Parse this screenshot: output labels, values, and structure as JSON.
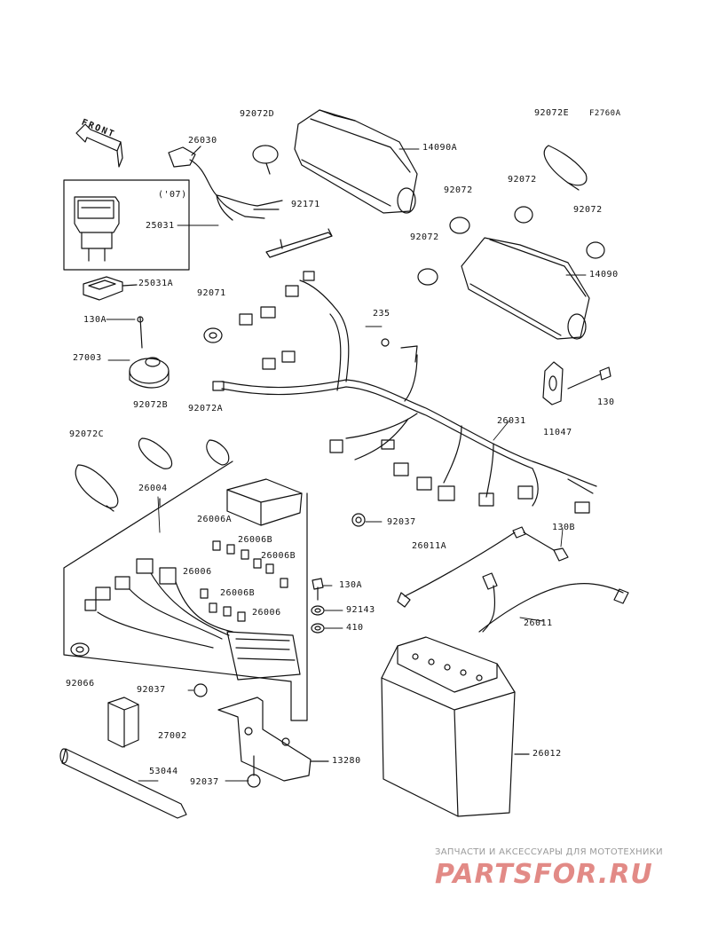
{
  "figure_code": "F2760A",
  "direction_label": "FRONT",
  "year_note": "('07)",
  "parts": {
    "p92072D": "92072D",
    "p26030": "26030",
    "p14090A": "14090A",
    "p92072E": "92072E",
    "p92171": "92171",
    "p92072_1": "92072",
    "p92072_2": "92072",
    "p92072_3": "92072",
    "p92072_4": "92072",
    "p14090": "14090",
    "p25031": "25031",
    "p25031A": "25031A",
    "p92071": "92071",
    "p235": "235",
    "p130A_1": "130A",
    "p27003": "27003",
    "p92072B": "92072B",
    "p92072A": "92072A",
    "p130": "130",
    "p11047": "11047",
    "p26031": "26031",
    "p92072C": "92072C",
    "p26004": "26004",
    "p26006A": "26006A",
    "p92037_1": "92037",
    "p130B": "130B",
    "p26006B_1": "26006B",
    "p26006B_2": "26006B",
    "p26011A": "26011A",
    "p26006_1": "26006",
    "p26006B_3": "26006B",
    "p26006_2": "26006",
    "p130A_2": "130A",
    "p92143": "92143",
    "p410": "410",
    "p26011": "26011",
    "p92066": "92066",
    "p92037_2": "92037",
    "p27002": "27002",
    "p26012": "26012",
    "p53044": "53044",
    "p92037_3": "92037",
    "p13280": "13280"
  },
  "watermark": {
    "tagline": "ЗАПЧАСТИ И АКСЕССУАРЫ ДЛЯ МОТОТЕХНИКИ",
    "brand": "PARTSFOR.RU",
    "color": "#e28a86"
  }
}
